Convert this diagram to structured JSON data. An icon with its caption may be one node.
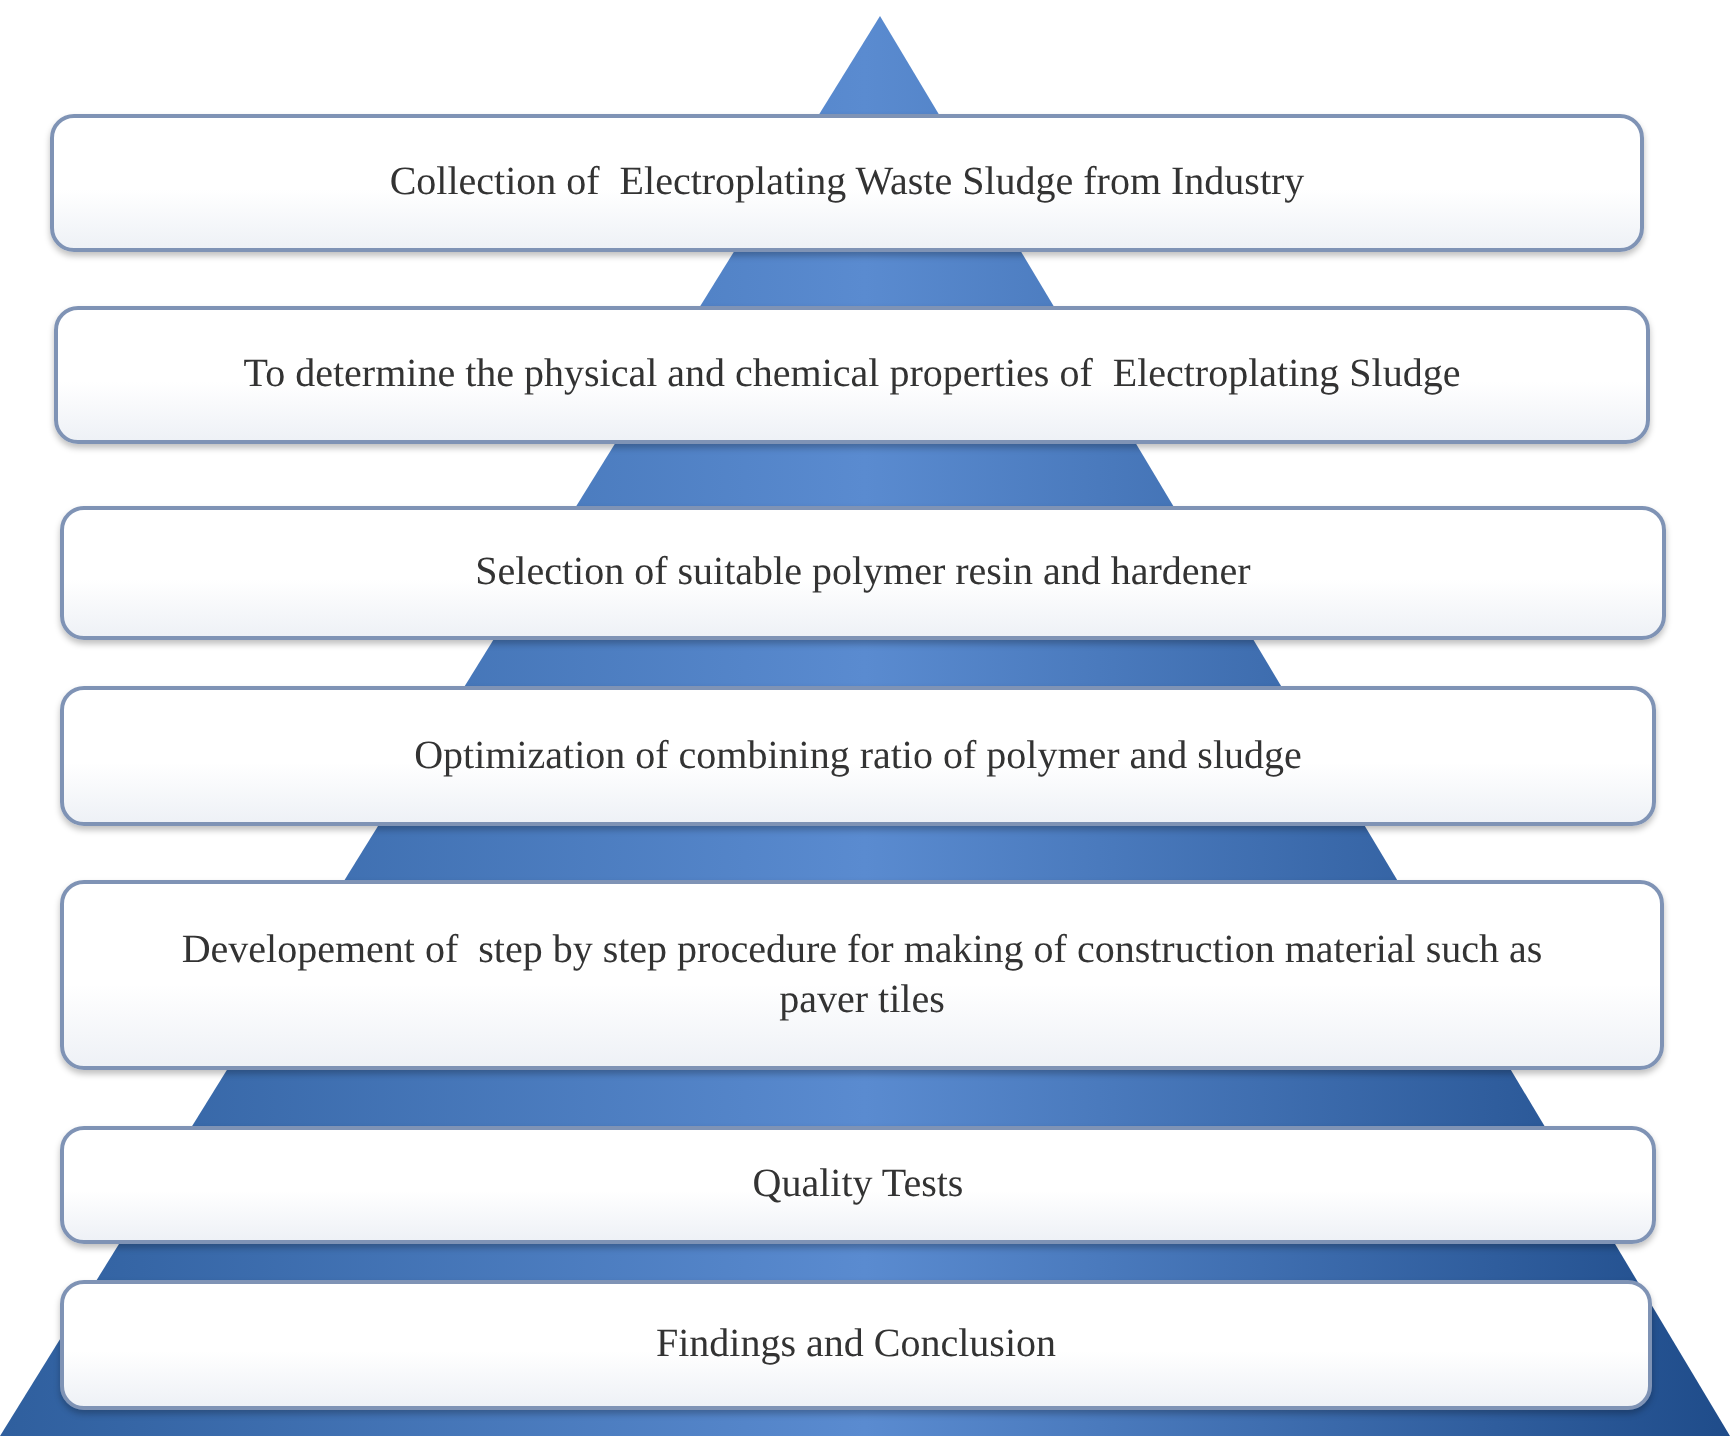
{
  "diagram": {
    "nodes": [
      {
        "text": [
          "Collection of  Electroplating Waste Sludge from Industry"
        ]
      },
      {
        "text": [
          "To determine the physical and chemical properties of  Electroplating Sludge"
        ]
      },
      {
        "text": [
          "Selection of suitable polymer resin and hardener"
        ]
      },
      {
        "text": [
          "Optimization of combining ratio of polymer and sludge"
        ]
      },
      {
        "text": [
          "Developement of  step by step procedure for making of construction material such as paver tiles"
        ]
      },
      {
        "text": [
          "Quality Tests"
        ]
      },
      {
        "text": [
          "Findings and Conclusion"
        ]
      }
    ]
  }
}
